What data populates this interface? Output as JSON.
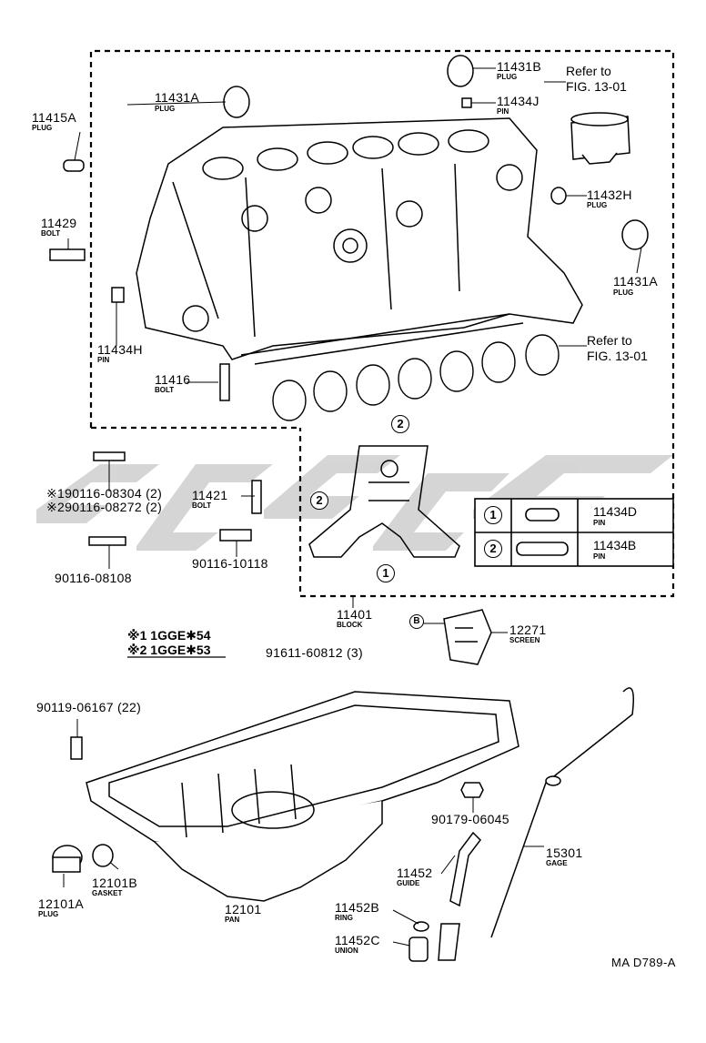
{
  "parts": [
    {
      "id": "p1",
      "num": "11415A",
      "name": "PLUG"
    },
    {
      "id": "p2",
      "num": "11431A",
      "name": "PLUG"
    },
    {
      "id": "p3",
      "num": "11431B",
      "name": "PLUG"
    },
    {
      "id": "p4",
      "num": "11434J",
      "name": "PIN"
    },
    {
      "id": "p5",
      "num": "11429",
      "name": "BOLT"
    },
    {
      "id": "p6",
      "num": "11432H",
      "name": "PLUG"
    },
    {
      "id": "p7",
      "num": "11431A",
      "name": "PLUG"
    },
    {
      "id": "p8",
      "num": "11434H",
      "name": "PIN"
    },
    {
      "id": "p9",
      "num": "11416",
      "name": "BOLT"
    },
    {
      "id": "p10",
      "num": "11421",
      "name": "BOLT"
    },
    {
      "id": "p11",
      "num": "11401",
      "name": "BLOCK"
    },
    {
      "id": "p12",
      "num": "12271",
      "name": "SCREEN"
    },
    {
      "id": "p13",
      "num": "90179-06045",
      "name": ""
    },
    {
      "id": "p14",
      "num": "15301",
      "name": "GAGE"
    },
    {
      "id": "p15",
      "num": "11452",
      "name": "GUIDE"
    },
    {
      "id": "p16",
      "num": "11452B",
      "name": "RING"
    },
    {
      "id": "p17",
      "num": "11452C",
      "name": "UNION"
    },
    {
      "id": "p18",
      "num": "12101",
      "name": "PAN"
    },
    {
      "id": "p19",
      "num": "12101A",
      "name": "PLUG"
    },
    {
      "id": "p20",
      "num": "12101B",
      "name": "GASKET"
    },
    {
      "id": "p21",
      "num": "90119-06167 (22)",
      "name": ""
    },
    {
      "id": "p22",
      "num": "90116-08108",
      "name": ""
    },
    {
      "id": "p23",
      "num": "90116-10118",
      "name": ""
    },
    {
      "id": "p24",
      "num": "91611-60812 (3)",
      "name": ""
    }
  ],
  "refs": [
    {
      "line1": "Refer to",
      "line2": "FIG. 13-01"
    },
    {
      "line1": "Refer to",
      "line2": "FIG. 13-01"
    }
  ],
  "star_parts": [
    "※190116-08304 (2)",
    "※290116-08272 (2)"
  ],
  "legend_table": [
    {
      "marker": "1",
      "num": "11434D",
      "name": "PIN"
    },
    {
      "marker": "2",
      "num": "11434B",
      "name": "PIN"
    }
  ],
  "callouts": {
    "one": "1",
    "two": "2",
    "b": "B"
  },
  "notes": [
    "※1 1GGE✱54",
    "※2 1GGE✱53"
  ],
  "figure_code": "MA D789-A"
}
